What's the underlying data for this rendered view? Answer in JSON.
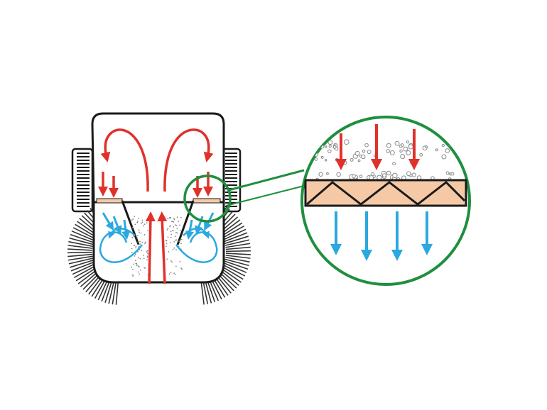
{
  "diagram": {
    "components": [
      {
        "id": "device-body",
        "icon": "filter-housing"
      },
      {
        "id": "brush-left",
        "icon": "rotating-brush"
      },
      {
        "id": "brush-right",
        "icon": "rotating-brush"
      },
      {
        "id": "filter-detail",
        "icon": "magnifier-circle"
      }
    ],
    "flow_arrows": {
      "dirty_flow": {
        "color": "#e0312b",
        "icon": "red-arrow"
      },
      "clean_flow": {
        "color": "#2aa8e0",
        "icon": "blue-arrow"
      }
    },
    "filter_arrow_counts": {
      "incoming": 3,
      "outgoing": 4
    },
    "colors": {
      "outline": "#1a1a1a",
      "zoom_circle": "#1f8f3f",
      "filter_media": "#f6c9a6",
      "debris": "#9a9a9a",
      "brush": "#333333",
      "swirl": "#2aa8e0"
    }
  }
}
